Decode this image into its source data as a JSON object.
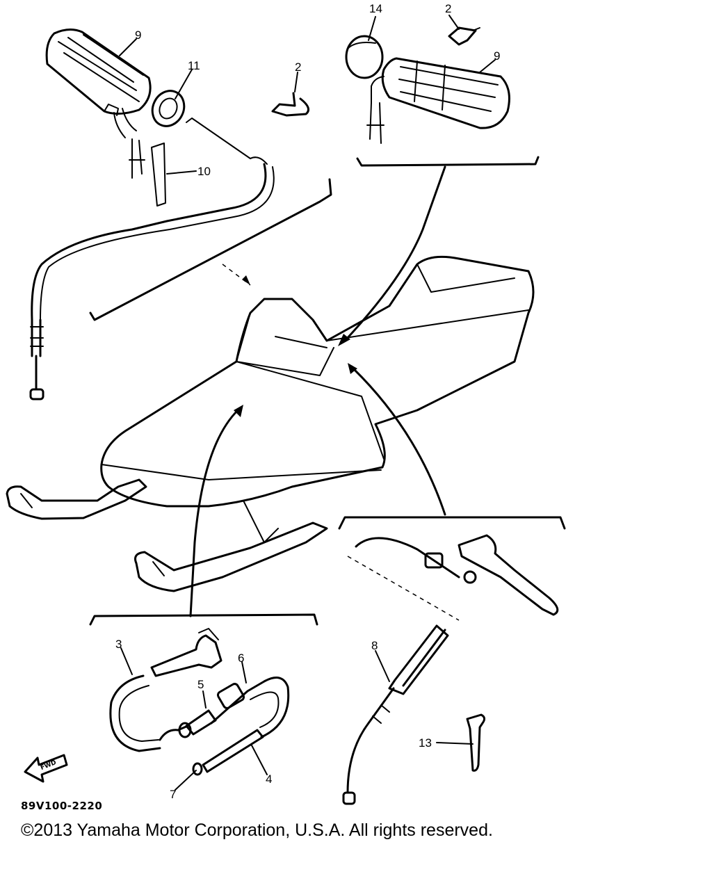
{
  "callouts": {
    "c14": "14",
    "c2_top": "2",
    "c9_left": "9",
    "c11": "11",
    "c2_mid": "2",
    "c9_right": "9",
    "c10": "10",
    "c3": "3",
    "c6": "6",
    "c5": "5",
    "c4": "4",
    "c7": "7",
    "c8": "8",
    "c13": "13"
  },
  "fwd_label": "FWD",
  "diagram_code": "89V100-2220",
  "copyright": "©2013 Yamaha Motor Corporation, U.S.A. All rights reserved."
}
